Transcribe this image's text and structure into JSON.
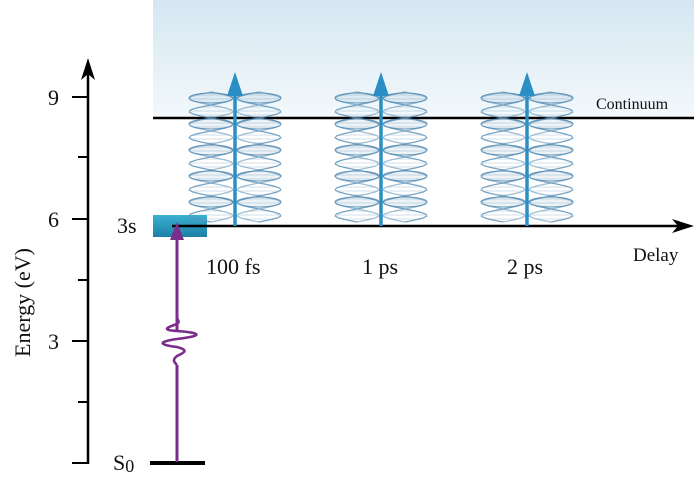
{
  "axis": {
    "label": "Energy (eV)",
    "ticks": [
      "3",
      "6",
      "9"
    ]
  },
  "states": {
    "ground": "S",
    "ground_sub": "0",
    "excited": "3s"
  },
  "continuum_label": "Continuum",
  "delay_label": "Delay",
  "delays": [
    "100 fs",
    "1 ps",
    "2 ps"
  ],
  "colors": {
    "probe_arrow": "#2a8fc4",
    "pump_arrow": "#7a2d8a",
    "continuum_fill": "#dcedf6",
    "state_block": "#2a9cc2",
    "helix": "#5f93b8"
  },
  "icons": {
    "molecule": "dna-helix-icon"
  }
}
